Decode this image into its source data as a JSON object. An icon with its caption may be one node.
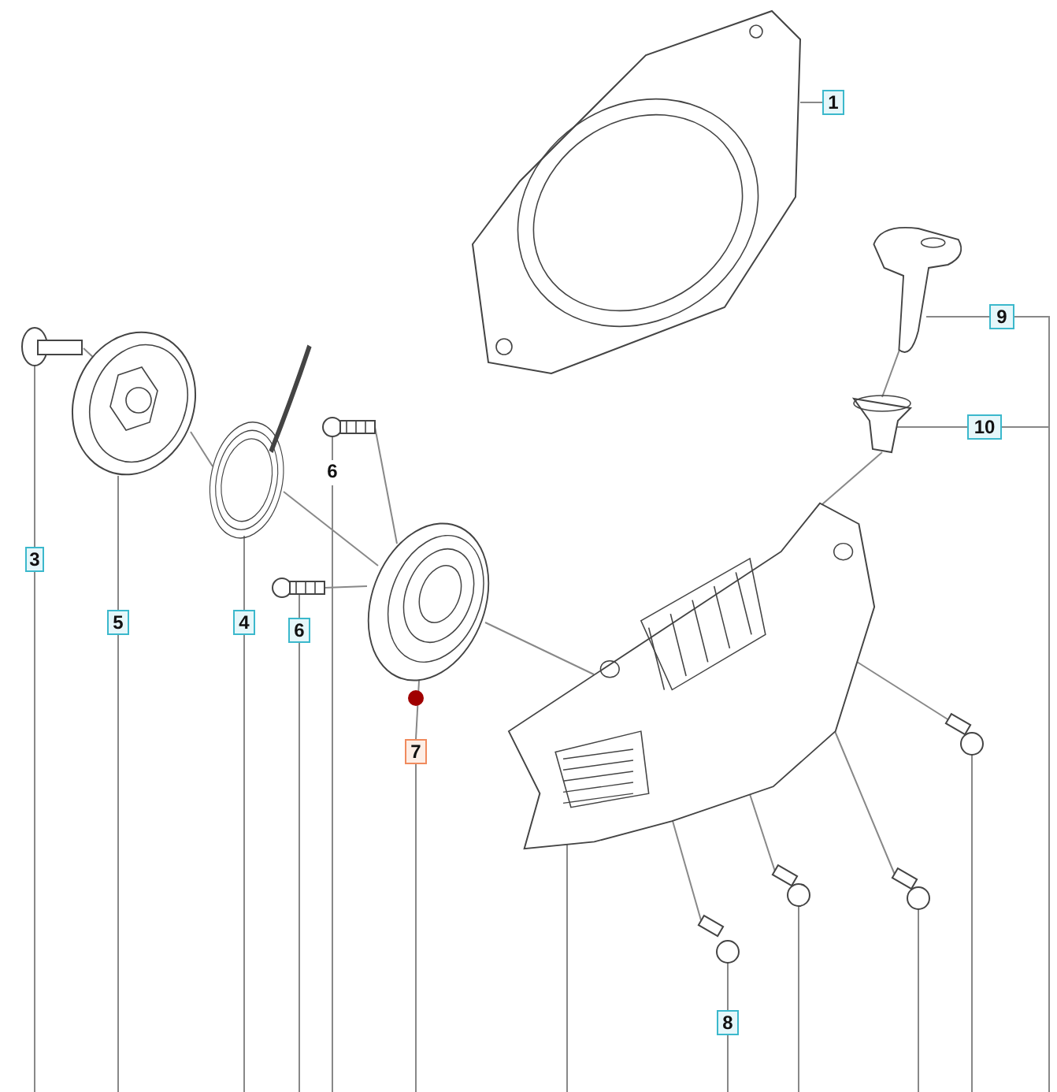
{
  "diagram": {
    "nodes": [
      {
        "text": [
          "1"
        ]
      },
      {
        "text": [],
        "shape": "picture"
      },
      {
        "text": [
          "9"
        ]
      },
      {
        "text": [],
        "shape": "picture"
      },
      {
        "text": [
          "10"
        ]
      },
      {
        "text": [],
        "shape": "picture"
      },
      {
        "text": [
          "3"
        ]
      },
      {
        "text": [],
        "shape": "picture"
      },
      {
        "text": [
          "5"
        ]
      },
      {
        "text": [],
        "shape": "picture"
      },
      {
        "text": [
          "4"
        ]
      },
      {
        "text": [],
        "shape": "picture"
      },
      {
        "text": [
          "6"
        ]
      },
      {
        "text": [],
        "shape": "picture"
      },
      {
        "text": [
          "6"
        ]
      },
      {
        "text": [],
        "shape": "picture"
      },
      {
        "text": [
          "7"
        ]
      },
      {
        "text": [],
        "shape": "picture"
      },
      {
        "text": [
          "8"
        ]
      },
      {
        "text": [],
        "shape": "picture"
      },
      {
        "text": [],
        "shape": "picture"
      },
      {
        "text": [],
        "shape": "picture"
      },
      {
        "text": [],
        "shape": "picture"
      },
      {
        "text": [],
        "shape": "picture"
      }
    ],
    "edges": [
      {
        "from": 0,
        "to": 1,
        "arrow": "none"
      },
      {
        "from": 2,
        "to": 3,
        "arrow": "none"
      },
      {
        "from": 4,
        "to": 5,
        "arrow": "none"
      },
      {
        "from": 6,
        "to": 7,
        "arrow": "none"
      },
      {
        "from": 8,
        "to": 9,
        "arrow": "none"
      },
      {
        "from": 10,
        "to": 11,
        "arrow": "none"
      },
      {
        "from": 12,
        "to": 13,
        "arrow": "none"
      },
      {
        "from": 14,
        "to": 15,
        "arrow": "none"
      },
      {
        "from": 16,
        "to": 17,
        "arrow": "none"
      },
      {
        "from": 18,
        "to": 19,
        "arrow": "none"
      },
      {
        "from": null,
        "to": 20,
        "arrow": "none"
      },
      {
        "from": null,
        "to": 21,
        "arrow": "none"
      },
      {
        "from": null,
        "to": 22,
        "arrow": "none"
      },
      {
        "from": null,
        "to": 23,
        "arrow": "none"
      },
      {
        "from": 2,
        "to": null,
        "arrow": "none"
      },
      {
        "from": 4,
        "to": null,
        "arrow": "none"
      },
      {
        "from": 6,
        "to": null,
        "arrow": "none"
      },
      {
        "from": 8,
        "to": null,
        "arrow": "none"
      },
      {
        "from": 10,
        "to": null,
        "arrow": "none"
      },
      {
        "from": 12,
        "to": null,
        "arrow": "none"
      },
      {
        "from": 14,
        "to": null,
        "arrow": "none"
      },
      {
        "from": 16,
        "to": null,
        "arrow": "none"
      },
      {
        "from": 18,
        "to": null,
        "arrow": "none"
      },
      {
        "from": 7,
        "to": 9,
        "arrow": "none"
      },
      {
        "from": 9,
        "to": 11,
        "arrow": "none"
      },
      {
        "from": 11,
        "to": 17,
        "arrow": "none"
      },
      {
        "from": 17,
        "to": 20,
        "arrow": "none"
      },
      {
        "from": 13,
        "to": 17,
        "arrow": "none"
      },
      {
        "from": 15,
        "to": 17,
        "arrow": "none"
      },
      {
        "from": 3,
        "to": 5,
        "arrow": "none"
      },
      {
        "from": 5,
        "to": 20,
        "arrow": "none"
      },
      {
        "from": 20,
        "to": 23,
        "arrow": "none"
      },
      {
        "from": 20,
        "to": 21,
        "arrow": "none"
      },
      {
        "from": 20,
        "to": 22,
        "arrow": "none"
      },
      {
        "from": 20,
        "to": 19,
        "arrow": "none"
      }
    ]
  }
}
